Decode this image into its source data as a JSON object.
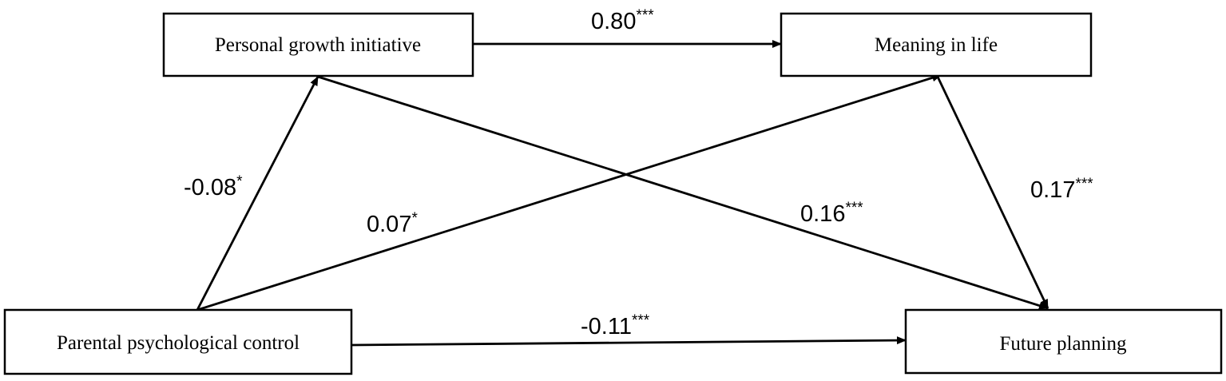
{
  "nodes": {
    "pgi": {
      "label": "Personal growth initiative"
    },
    "mil": {
      "label": "Meaning in life"
    },
    "ppc": {
      "label": "Parental psychological control"
    },
    "fp": {
      "label": "Future planning"
    }
  },
  "paths": {
    "pgi_to_mil": {
      "value": "0.80",
      "sig": "***"
    },
    "ppc_to_pgi": {
      "value": "-0.08",
      "sig": "*"
    },
    "ppc_to_mil": {
      "value": "0.07",
      "sig": "*"
    },
    "pgi_to_fp": {
      "value": "0.16",
      "sig": "***"
    },
    "mil_to_fp": {
      "value": "0.17",
      "sig": "***"
    },
    "ppc_to_fp": {
      "value": "-0.11",
      "sig": "***"
    }
  },
  "colors": {
    "stroke": "#000000",
    "background": "#ffffff"
  }
}
